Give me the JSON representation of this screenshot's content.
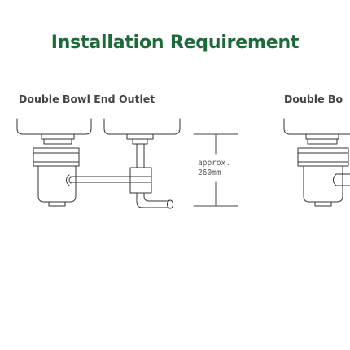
{
  "title": "Installation Requirement",
  "sections": [
    {
      "label": "Double Bowl End Outlet"
    },
    {
      "label": "Double Bo"
    }
  ],
  "dimension": {
    "line1": "approx.",
    "line2": "260mm"
  }
}
